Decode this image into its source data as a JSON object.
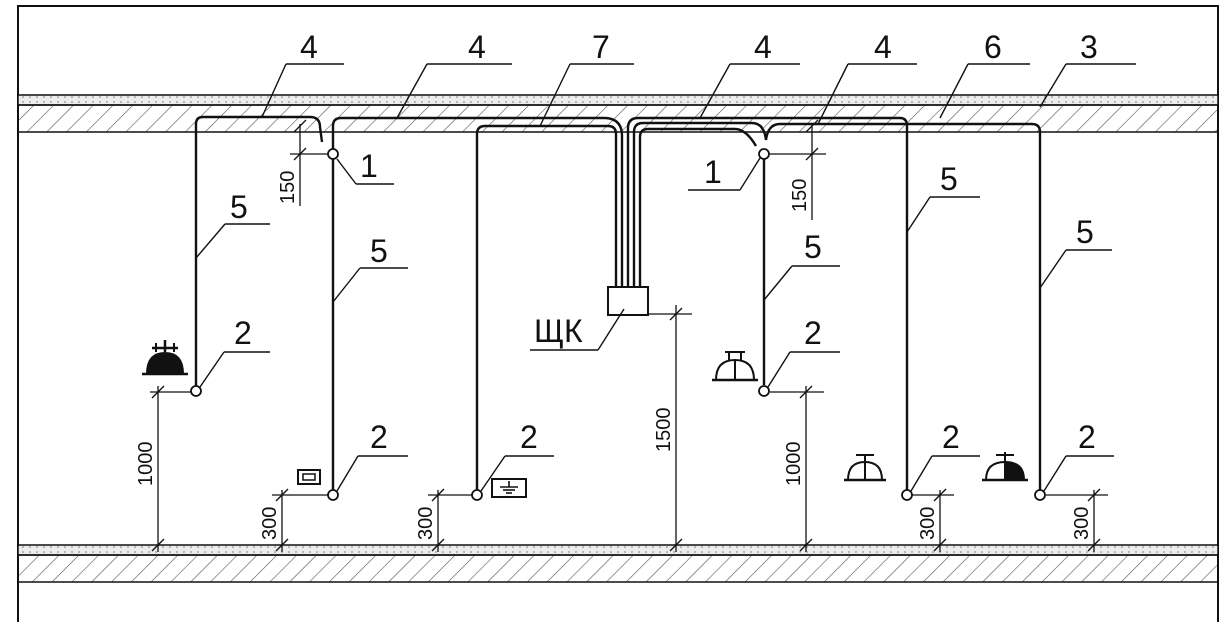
{
  "callouts": {
    "four": "4",
    "seven": "7",
    "six": "6",
    "three": "3",
    "one": "1",
    "five": "5",
    "two": "2"
  },
  "panel_label": "ЩК",
  "dimensions": {
    "d150": "150",
    "d1000": "1000",
    "d300": "300",
    "d1500": "1500"
  },
  "colors": {
    "line": "#111111",
    "hatch": "#555555",
    "slab_fill": "#ececec",
    "background": "#ffffff"
  }
}
